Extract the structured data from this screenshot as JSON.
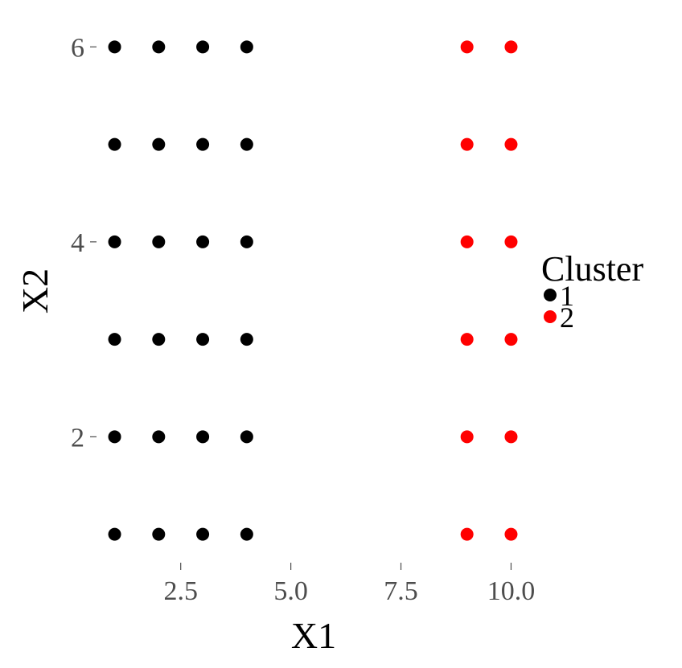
{
  "chart_data": {
    "type": "scatter",
    "xlabel": "X1",
    "ylabel": "X2",
    "x_ticks": [
      "2.5",
      "5.0",
      "7.5",
      "10.0"
    ],
    "y_ticks": [
      "2",
      "4",
      "6"
    ],
    "xlim": [
      0.625,
      10.375
    ],
    "ylim": [
      0.725,
      6.275
    ],
    "grid": false,
    "legend": {
      "title": "Cluster",
      "placement": "right"
    },
    "series": [
      {
        "name": "1",
        "color": "#000000",
        "points": [
          [
            1,
            1
          ],
          [
            2,
            1
          ],
          [
            3,
            1
          ],
          [
            4,
            1
          ],
          [
            1,
            2
          ],
          [
            2,
            2
          ],
          [
            3,
            2
          ],
          [
            4,
            2
          ],
          [
            1,
            3
          ],
          [
            2,
            3
          ],
          [
            3,
            3
          ],
          [
            4,
            3
          ],
          [
            1,
            4
          ],
          [
            2,
            4
          ],
          [
            3,
            4
          ],
          [
            4,
            4
          ],
          [
            1,
            5
          ],
          [
            2,
            5
          ],
          [
            3,
            5
          ],
          [
            4,
            5
          ],
          [
            1,
            6
          ],
          [
            2,
            6
          ],
          [
            3,
            6
          ],
          [
            4,
            6
          ]
        ]
      },
      {
        "name": "2",
        "color": "#ff0000",
        "points": [
          [
            9,
            1
          ],
          [
            10,
            1
          ],
          [
            9,
            2
          ],
          [
            10,
            2
          ],
          [
            9,
            3
          ],
          [
            10,
            3
          ],
          [
            9,
            4
          ],
          [
            10,
            4
          ],
          [
            9,
            5
          ],
          [
            10,
            5
          ],
          [
            9,
            6
          ],
          [
            10,
            6
          ]
        ]
      }
    ]
  }
}
